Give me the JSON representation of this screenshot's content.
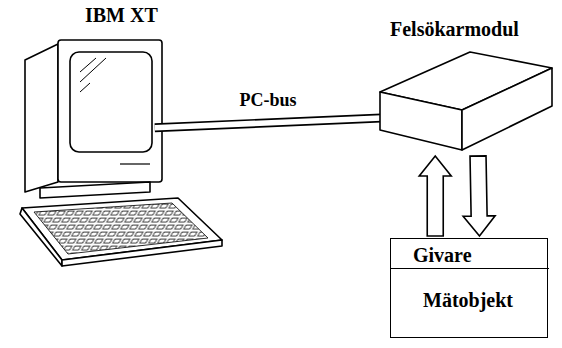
{
  "diagram": {
    "nodes": [
      {
        "text": [
          "IBM XT"
        ]
      },
      {
        "text": [
          "Felsökarmodul"
        ]
      },
      {
        "text": [
          "Mätobjekt"
        ]
      },
      {
        "text": [
          "Givare"
        ],
        "in": 2
      }
    ],
    "edges": [
      {
        "from": 0,
        "to": 1,
        "label": "PC-bus",
        "arrow": "none"
      },
      {
        "from": 3,
        "to": 1,
        "arrow": "to"
      },
      {
        "from": 1,
        "to": 3,
        "arrow": "to"
      }
    ]
  }
}
